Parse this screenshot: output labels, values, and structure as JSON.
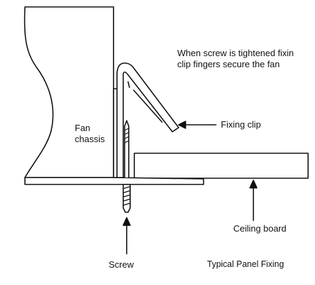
{
  "labels": {
    "note_line1": "When screw is tightened fixin",
    "note_line2": "clip fingers secure the fan",
    "fixing_clip": "Fixing clip",
    "fan_line1": "Fan",
    "fan_line2": "chassis",
    "ceiling_board": "Ceiling board",
    "screw": "Screw",
    "caption": "Typical Panel Fixing"
  },
  "colors": {
    "line": "#111111",
    "fill": "#ffffff"
  }
}
